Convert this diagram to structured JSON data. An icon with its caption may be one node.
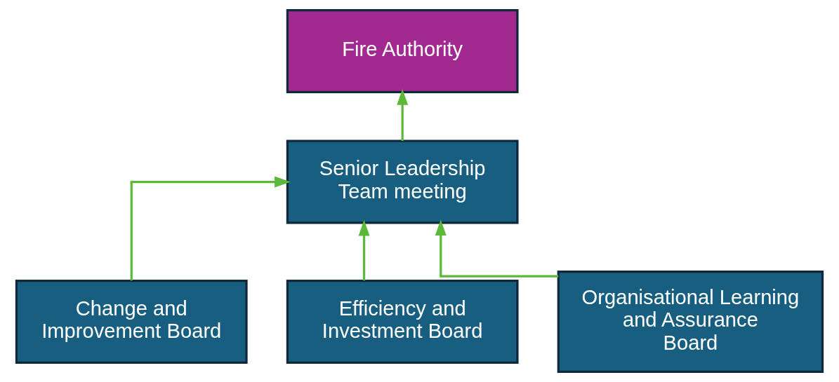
{
  "diagram": {
    "nodes": [
      {
        "text": [
          "Fire Authority"
        ]
      },
      {
        "text": [
          "Senior Leadership Team meeting"
        ]
      },
      {
        "text": [
          "Change and Improvement Board"
        ]
      },
      {
        "text": [
          "Efficiency and Investment Board"
        ]
      },
      {
        "text": [
          "Organisational Learning and Assurance Board"
        ]
      }
    ],
    "edges": [
      {
        "from": 1,
        "to": 0,
        "arrow": "to"
      },
      {
        "from": 2,
        "to": 1,
        "arrow": "to"
      },
      {
        "from": 3,
        "to": 1,
        "arrow": "to"
      },
      {
        "from": 4,
        "to": 1,
        "arrow": "to"
      }
    ]
  }
}
